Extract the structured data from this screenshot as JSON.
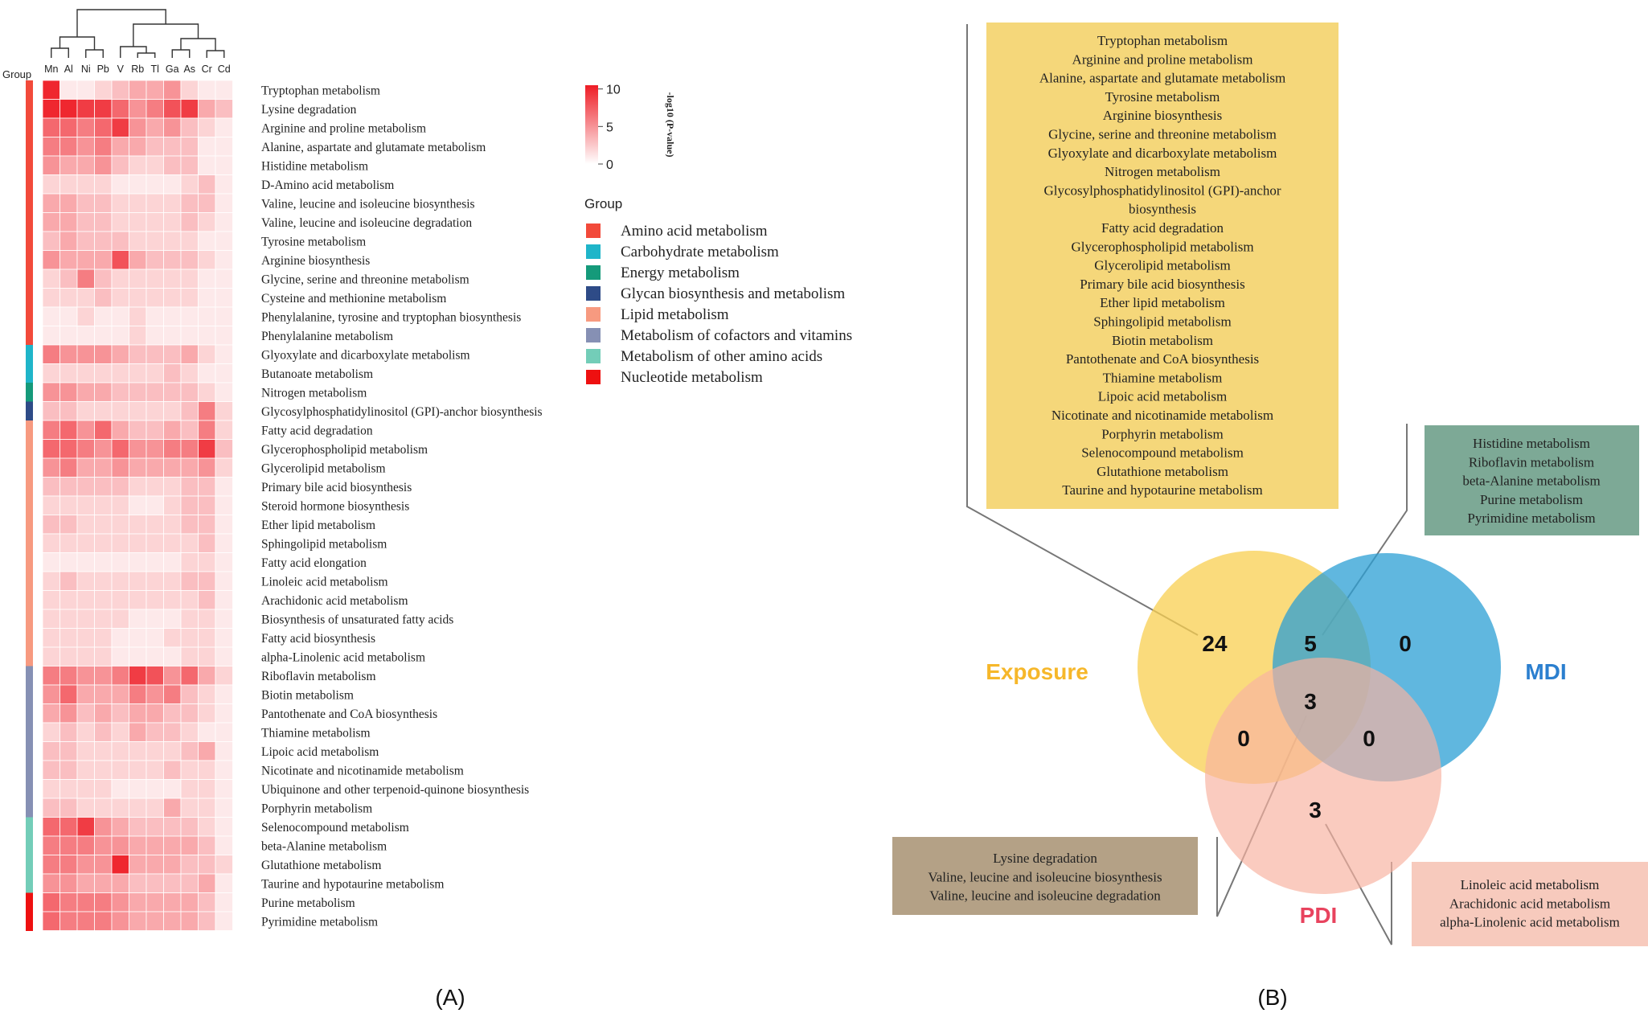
{
  "panel_labels": {
    "a": "(A)",
    "b": "(B)"
  },
  "chart_data": [
    {
      "type": "heatmap",
      "title": "",
      "group_axis_label": "Group",
      "columns": [
        "Mn",
        "Al",
        "Ni",
        "Pb",
        "V",
        "Rb",
        "Tl",
        "Ga",
        "As",
        "Cr",
        "Cd"
      ],
      "rows": [
        "Tryptophan metabolism",
        "Lysine degradation",
        "Arginine and proline metabolism",
        "Alanine, aspartate and glutamate metabolism",
        "Histidine metabolism",
        "D-Amino acid metabolism",
        "Valine, leucine and isoleucine biosynthesis",
        "Valine, leucine and isoleucine degradation",
        "Tyrosine metabolism",
        "Arginine biosynthesis",
        "Glycine, serine and threonine metabolism",
        "Cysteine and methionine metabolism",
        "Phenylalanine, tyrosine and tryptophan biosynthesis",
        "Phenylalanine metabolism",
        "Glyoxylate and dicarboxylate metabolism",
        "Butanoate metabolism",
        "Nitrogen metabolism",
        "Glycosylphosphatidylinositol (GPI)-anchor biosynthesis",
        "Fatty acid degradation",
        "Glycerophospholipid metabolism",
        "Glycerolipid metabolism",
        "Primary bile acid biosynthesis",
        "Steroid hormone biosynthesis",
        "Ether lipid metabolism",
        "Sphingolipid metabolism",
        "Fatty acid elongation",
        "Linoleic acid metabolism",
        "Arachidonic acid metabolism",
        "Biosynthesis of unsaturated fatty acids",
        "Fatty acid biosynthesis",
        "alpha-Linolenic acid metabolism",
        "Riboflavin metabolism",
        "Biotin metabolism",
        "Pantothenate and CoA biosynthesis",
        "Thiamine metabolism",
        "Lipoic acid metabolism",
        "Nicotinate and nicotinamide metabolism",
        "Ubiquinone and other terpenoid-quinone biosynthesis",
        "Porphyrin metabolism",
        "Selenocompound metabolism",
        "beta-Alanine metabolism",
        "Glutathione metabolism",
        "Taurine and hypotaurine metabolism",
        "Purine metabolism",
        "Pyrimidine metabolism"
      ],
      "row_groups": [
        "Amino acid metabolism",
        "Amino acid metabolism",
        "Amino acid metabolism",
        "Amino acid metabolism",
        "Amino acid metabolism",
        "Amino acid metabolism",
        "Amino acid metabolism",
        "Amino acid metabolism",
        "Amino acid metabolism",
        "Amino acid metabolism",
        "Amino acid metabolism",
        "Amino acid metabolism",
        "Amino acid metabolism",
        "Amino acid metabolism",
        "Carbohydrate metabolism",
        "Carbohydrate metabolism",
        "Energy metabolism",
        "Glycan biosynthesis and metabolism",
        "Lipid metabolism",
        "Lipid metabolism",
        "Lipid metabolism",
        "Lipid metabolism",
        "Lipid metabolism",
        "Lipid metabolism",
        "Lipid metabolism",
        "Lipid metabolism",
        "Lipid metabolism",
        "Lipid metabolism",
        "Lipid metabolism",
        "Lipid metabolism",
        "Lipid metabolism",
        "Metabolism of cofactors and vitamins",
        "Metabolism of cofactors and vitamins",
        "Metabolism of cofactors and vitamins",
        "Metabolism of cofactors and vitamins",
        "Metabolism of cofactors and vitamins",
        "Metabolism of cofactors and vitamins",
        "Metabolism of cofactors and vitamins",
        "Metabolism of cofactors and vitamins",
        "Metabolism of other amino acids",
        "Metabolism of other amino acids",
        "Metabolism of other amino acids",
        "Metabolism of other amino acids",
        "Nucleotide metabolism",
        "Nucleotide metabolism"
      ],
      "values": [
        [
          10,
          1,
          1,
          2,
          3,
          4,
          4,
          5,
          2,
          1,
          1
        ],
        [
          10,
          10,
          9,
          9,
          7,
          5,
          6,
          8,
          9,
          4,
          3
        ],
        [
          7,
          7,
          6,
          7,
          9,
          5,
          4,
          5,
          3,
          2,
          1
        ],
        [
          6,
          6,
          5,
          6,
          4,
          4,
          3,
          3,
          3,
          1,
          1
        ],
        [
          5,
          4,
          4,
          5,
          3,
          2,
          2,
          3,
          3,
          1,
          1
        ],
        [
          2,
          2,
          2,
          2,
          1,
          1,
          1,
          1,
          2,
          3,
          1
        ],
        [
          4,
          4,
          3,
          3,
          2,
          2,
          2,
          2,
          3,
          3,
          1
        ],
        [
          4,
          4,
          3,
          3,
          2,
          2,
          2,
          2,
          3,
          2,
          1
        ],
        [
          3,
          4,
          3,
          3,
          3,
          2,
          2,
          2,
          2,
          1,
          1
        ],
        [
          5,
          4,
          4,
          4,
          8,
          4,
          3,
          3,
          3,
          2,
          1
        ],
        [
          2,
          3,
          6,
          3,
          2,
          2,
          2,
          2,
          2,
          1,
          1
        ],
        [
          2,
          2,
          2,
          3,
          2,
          2,
          2,
          2,
          2,
          1,
          1
        ],
        [
          1,
          1,
          2,
          1,
          1,
          2,
          1,
          1,
          1,
          1,
          1
        ],
        [
          1,
          1,
          1,
          1,
          1,
          2,
          1,
          1,
          1,
          1,
          1
        ],
        [
          6,
          5,
          5,
          5,
          4,
          3,
          3,
          3,
          4,
          2,
          1
        ],
        [
          2,
          2,
          2,
          2,
          2,
          2,
          2,
          3,
          2,
          1,
          1
        ],
        [
          5,
          5,
          4,
          4,
          3,
          3,
          3,
          3,
          3,
          2,
          1
        ],
        [
          3,
          3,
          2,
          2,
          2,
          2,
          2,
          2,
          3,
          6,
          2
        ],
        [
          6,
          7,
          5,
          7,
          4,
          3,
          3,
          4,
          3,
          6,
          2
        ],
        [
          7,
          7,
          6,
          5,
          7,
          5,
          5,
          6,
          6,
          9,
          3
        ],
        [
          5,
          6,
          4,
          4,
          5,
          4,
          4,
          4,
          4,
          5,
          2
        ],
        [
          3,
          3,
          3,
          3,
          3,
          2,
          2,
          2,
          3,
          3,
          1
        ],
        [
          2,
          2,
          2,
          2,
          2,
          1,
          1,
          2,
          3,
          3,
          1
        ],
        [
          3,
          3,
          2,
          2,
          2,
          2,
          2,
          2,
          3,
          3,
          1
        ],
        [
          2,
          2,
          2,
          2,
          2,
          2,
          2,
          2,
          2,
          3,
          1
        ],
        [
          1,
          1,
          1,
          1,
          1,
          1,
          1,
          1,
          2,
          2,
          1
        ],
        [
          2,
          3,
          2,
          2,
          2,
          2,
          2,
          2,
          3,
          3,
          1
        ],
        [
          2,
          2,
          2,
          2,
          2,
          2,
          2,
          2,
          2,
          3,
          1
        ],
        [
          2,
          2,
          2,
          2,
          2,
          1,
          1,
          1,
          2,
          2,
          1
        ],
        [
          2,
          2,
          2,
          2,
          1,
          1,
          1,
          2,
          2,
          2,
          1
        ],
        [
          2,
          2,
          2,
          2,
          1,
          1,
          1,
          1,
          2,
          2,
          1
        ],
        [
          6,
          6,
          5,
          5,
          6,
          9,
          8,
          5,
          7,
          4,
          2
        ],
        [
          5,
          7,
          4,
          4,
          4,
          6,
          5,
          6,
          3,
          2,
          1
        ],
        [
          4,
          5,
          3,
          4,
          3,
          4,
          4,
          3,
          3,
          2,
          1
        ],
        [
          2,
          3,
          2,
          3,
          2,
          4,
          3,
          3,
          2,
          1,
          1
        ],
        [
          3,
          3,
          2,
          2,
          2,
          2,
          2,
          2,
          3,
          4,
          1
        ],
        [
          3,
          3,
          2,
          2,
          2,
          2,
          2,
          3,
          2,
          2,
          1
        ],
        [
          2,
          2,
          2,
          2,
          1,
          1,
          1,
          1,
          2,
          2,
          1
        ],
        [
          3,
          3,
          2,
          2,
          2,
          2,
          2,
          4,
          2,
          2,
          1
        ],
        [
          7,
          7,
          9,
          5,
          4,
          3,
          3,
          3,
          3,
          2,
          1
        ],
        [
          6,
          6,
          6,
          5,
          5,
          4,
          4,
          4,
          4,
          3,
          1
        ],
        [
          6,
          6,
          5,
          5,
          10,
          4,
          4,
          4,
          3,
          3,
          2
        ],
        [
          5,
          5,
          4,
          4,
          4,
          3,
          3,
          3,
          3,
          4,
          1
        ],
        [
          7,
          6,
          6,
          6,
          5,
          4,
          4,
          4,
          4,
          3,
          1
        ],
        [
          7,
          6,
          6,
          6,
          5,
          4,
          4,
          4,
          4,
          3,
          1
        ]
      ],
      "colorbar": {
        "label": "-log10 (P-value)",
        "ticks": [
          10,
          5,
          0
        ],
        "min_color": "#ffffff",
        "max_color": "#ee1c25",
        "range": [
          0,
          10.5
        ]
      },
      "legend": {
        "title": "Group",
        "items": [
          {
            "name": "Amino acid metabolism",
            "color": "#f24a3a"
          },
          {
            "name": "Carbohydrate metabolism",
            "color": "#1fb5c9"
          },
          {
            "name": "Energy metabolism",
            "color": "#159a7a"
          },
          {
            "name": "Glycan biosynthesis and metabolism",
            "color": "#2e4b87"
          },
          {
            "name": "Lipid metabolism",
            "color": "#f79a80"
          },
          {
            "name": "Metabolism of cofactors and vitamins",
            "color": "#8690b4"
          },
          {
            "name": "Metabolism of other amino acids",
            "color": "#73cdb8"
          },
          {
            "name": "Nucleotide metabolism",
            "color": "#ee1010"
          }
        ]
      }
    },
    {
      "type": "venn",
      "sets": [
        {
          "name": "Exposure",
          "color": "#f8c72a"
        },
        {
          "name": "MDI",
          "color": "#2b8ed4"
        },
        {
          "name": "PDI",
          "color": "#e63a5a"
        }
      ],
      "regions": [
        {
          "sets": [
            "Exposure"
          ],
          "count": "24"
        },
        {
          "sets": [
            "Exposure",
            "MDI"
          ],
          "count": "5"
        },
        {
          "sets": [
            "MDI"
          ],
          "count": "0"
        },
        {
          "sets": [
            "Exposure",
            "MDI",
            "PDI"
          ],
          "count": "3"
        },
        {
          "sets": [
            "Exposure",
            "PDI"
          ],
          "count": "0"
        },
        {
          "sets": [
            "MDI",
            "PDI"
          ],
          "count": "0"
        },
        {
          "sets": [
            "PDI"
          ],
          "count": "3"
        }
      ],
      "callouts": {
        "exposure_only": [
          "Tryptophan metabolism",
          "Arginine and proline metabolism",
          "Alanine, aspartate and glutamate metabolism",
          "Tyrosine metabolism",
          "Arginine biosynthesis",
          "Glycine, serine and threonine metabolism",
          "Glyoxylate and dicarboxylate metabolism",
          "Nitrogen metabolism",
          "Glycosylphosphatidylinositol (GPI)-anchor",
          "biosynthesis",
          "Fatty acid degradation",
          "Glycerophospholipid metabolism",
          "Glycerolipid metabolism",
          "Primary bile acid biosynthesis",
          "Ether lipid metabolism",
          "Sphingolipid metabolism",
          "Biotin metabolism",
          "Pantothenate and CoA biosynthesis",
          "Thiamine metabolism",
          "Lipoic acid metabolism",
          "Nicotinate and nicotinamide metabolism",
          "Porphyrin metabolism",
          "Selenocompound metabolism",
          "Glutathione metabolism",
          "Taurine and hypotaurine metabolism"
        ],
        "exposure_mdi": [
          "Histidine metabolism",
          "Riboflavin metabolism",
          "beta-Alanine metabolism",
          "Purine metabolism",
          "Pyrimidine metabolism"
        ],
        "all_three": [
          "Lysine degradation",
          "Valine, leucine and isoleucine biosynthesis",
          "Valine, leucine and isoleucine degradation"
        ],
        "pdi_only": [
          "Linoleic acid metabolism",
          "Arachidonic acid metabolism",
          "alpha-Linolenic acid metabolism"
        ]
      },
      "callout_colors": {
        "exposure_only": "#f5d77a",
        "exposure_mdi": "#7da996",
        "all_three": "#b4a186",
        "pdi_only": "#f7cabd"
      }
    }
  ]
}
